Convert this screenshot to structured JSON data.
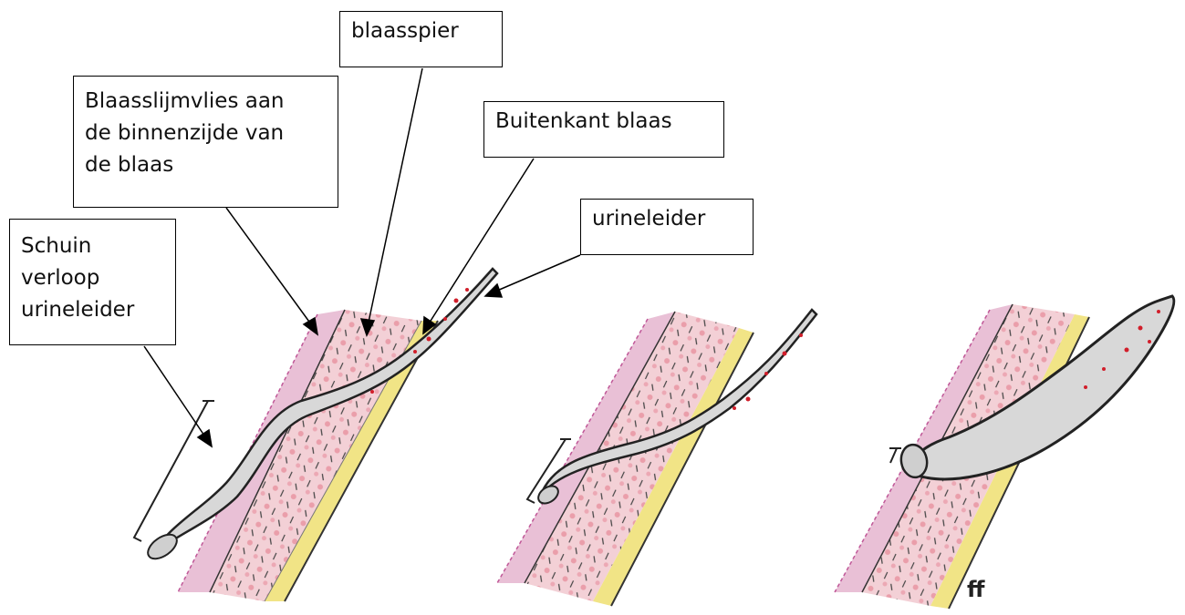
{
  "labels": {
    "blaasspier": "blaasspier",
    "slijmvlies": "Blaasslijmvlies aan\nde binnenzijde van\nde blaas",
    "buitenkant": "Buitenkant blaas",
    "urineleider": "urineleider",
    "schuin": "Schuin\nverloop\nurineleider"
  },
  "colors": {
    "mucosa": "#e7b9d2",
    "muscle": "#f0c9d0",
    "muscle_fiber": "#e58a9a",
    "outer_layer": "#efe27a",
    "ureter_fill": "#d2d2d2",
    "ureter_outline": "#2a2a2a",
    "blood_dots": "#d11e2a",
    "pencil": "#333333"
  },
  "panels": [
    "stage-1",
    "stage-2",
    "stage-3"
  ]
}
